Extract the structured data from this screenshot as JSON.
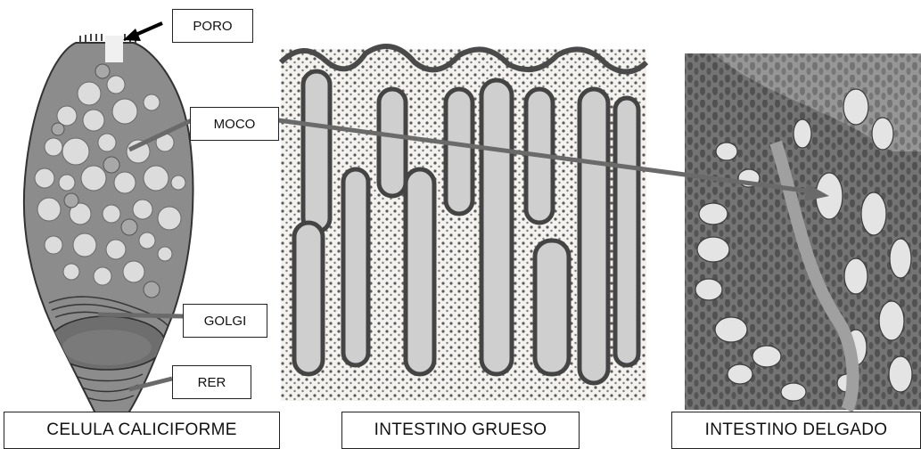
{
  "labels": {
    "poro": "PORO",
    "moco": "MOCO",
    "golgi": "GOLGI",
    "rer": "RER"
  },
  "captions": {
    "cell": "CELULA CALICIFORME",
    "large_intestine": "INTESTINO GRUESO",
    "small_intestine": "INTESTINO DELGADO"
  },
  "colors": {
    "cytoplasm": "#8a8a8a",
    "mucus_granule": "#dcdcdc",
    "tissue_bg": "#f2efe9",
    "crypt_dark": "#555555",
    "pointer_line": "#6a6a6a"
  }
}
